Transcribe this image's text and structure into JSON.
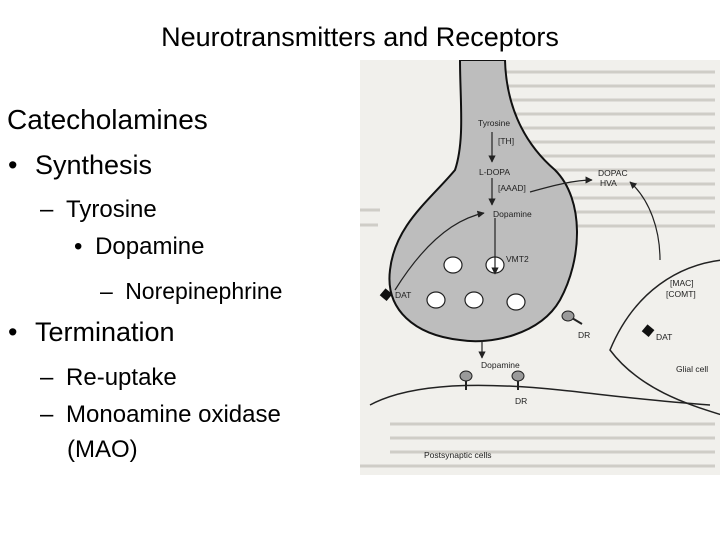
{
  "slide": {
    "title": "Neurotransmitters and Receptors",
    "heading": "Catecholamines",
    "bullets": [
      {
        "marker": "•",
        "text": "Synthesis"
      },
      {
        "marker": "–",
        "text": "Tyrosine"
      },
      {
        "marker": "•",
        "text": "Dopamine"
      },
      {
        "marker": "–",
        "text": "Norepinephrine"
      },
      {
        "marker": "•",
        "text": "Termination"
      },
      {
        "marker": "–",
        "text": "Re-uptake"
      },
      {
        "marker": "–",
        "text": "Monoamine oxidase"
      },
      {
        "marker": "",
        "text": "(MAO)"
      }
    ]
  },
  "figure": {
    "labels": {
      "tyrosine": "Tyrosine",
      "th": "[TH]",
      "ldopa": "L-DOPA",
      "aaad": "[AAAD]",
      "dopamine_inner": "Dopamine",
      "vmt2": "VMT2",
      "dat_left": "DAT",
      "dopac": "DOPAC",
      "hva": "HVA",
      "mac": "[MAC]",
      "comt": "[COMT]",
      "dr_pre": "DR",
      "dat_right": "DAT",
      "dopamine_cleft": "Dopamine",
      "glial": "Glial cell",
      "dr_post": "DR",
      "postsynaptic": "Postsynaptic cells"
    }
  }
}
